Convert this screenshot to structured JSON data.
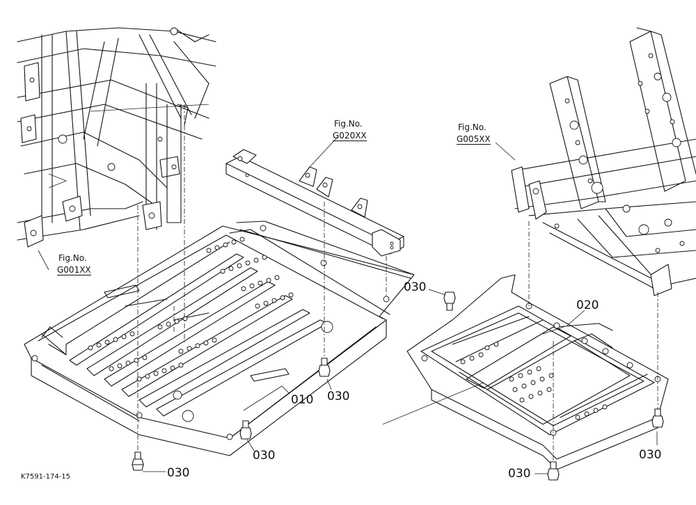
{
  "drawing_code": "K7591-174-15",
  "figure_refs": [
    {
      "label": "Fig.No.",
      "code": "G001XX"
    },
    {
      "label": "Fig.No.",
      "code": "G020XX"
    },
    {
      "label": "Fig.No.",
      "code": "G005XX"
    }
  ],
  "parts": {
    "p010": "010",
    "p020": "020",
    "p030": "030"
  }
}
